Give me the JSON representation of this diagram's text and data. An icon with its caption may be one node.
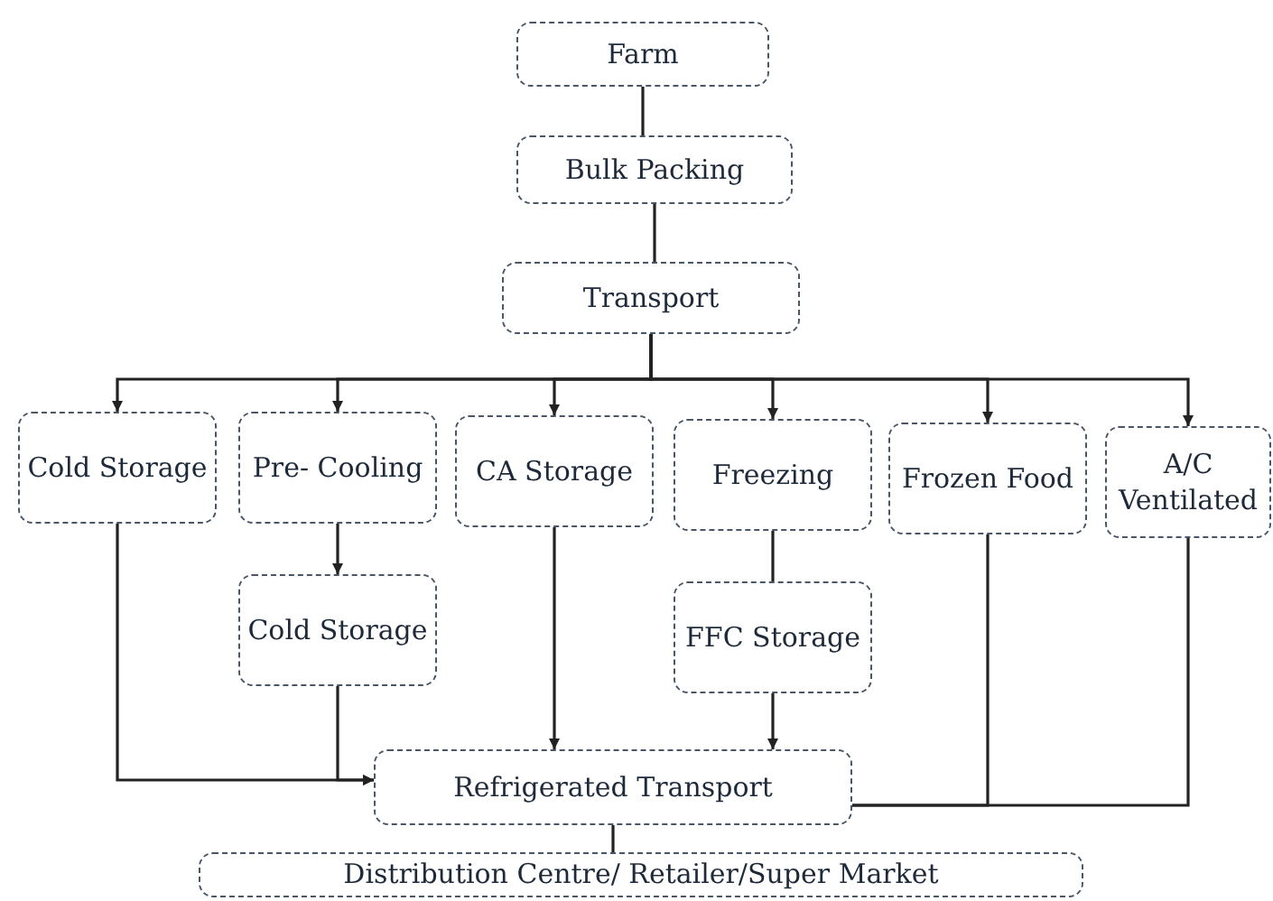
{
  "diagram": {
    "nodes": [
      {
        "text": [
          "Farm"
        ]
      },
      {
        "text": [
          "Bulk Packing"
        ]
      },
      {
        "text": [
          "Transport"
        ]
      },
      {
        "text": [
          "Cold Storage"
        ]
      },
      {
        "text": [
          "Pre- Cooling"
        ]
      },
      {
        "text": [
          "CA Storage"
        ]
      },
      {
        "text": [
          "Freezing"
        ]
      },
      {
        "text": [
          "Frozen Food"
        ]
      },
      {
        "text": [
          "A/C Ventilated"
        ]
      },
      {
        "text": [
          "Cold Storage"
        ]
      },
      {
        "text": [
          "FFC Storage"
        ]
      },
      {
        "text": [
          "Refrigerated Transport"
        ]
      },
      {
        "text": [
          "Distribution Centre/ Retailer/Super Market"
        ]
      }
    ],
    "edges": [
      {
        "from": 0,
        "to": 1,
        "arrow": "none"
      },
      {
        "from": 1,
        "to": 2,
        "arrow": "none"
      },
      {
        "from": 2,
        "to": 3,
        "arrow": "to"
      },
      {
        "from": 2,
        "to": 4,
        "arrow": "to"
      },
      {
        "from": 2,
        "to": 5,
        "arrow": "to"
      },
      {
        "from": 2,
        "to": 6,
        "arrow": "to"
      },
      {
        "from": 2,
        "to": 7,
        "arrow": "to"
      },
      {
        "from": 2,
        "to": 8,
        "arrow": "to"
      },
      {
        "from": 4,
        "to": 9,
        "arrow": "to"
      },
      {
        "from": 6,
        "to": 10,
        "arrow": "none"
      },
      {
        "from": 3,
        "to": 11,
        "arrow": "to"
      },
      {
        "from": 9,
        "to": 11,
        "arrow": "to"
      },
      {
        "from": 5,
        "to": 11,
        "arrow": "to"
      },
      {
        "from": 10,
        "to": 11,
        "arrow": "to"
      },
      {
        "from": 7,
        "to": 11,
        "arrow": "none"
      },
      {
        "from": 8,
        "to": 11,
        "arrow": "none"
      },
      {
        "from": 11,
        "to": 12,
        "arrow": "none"
      }
    ]
  }
}
